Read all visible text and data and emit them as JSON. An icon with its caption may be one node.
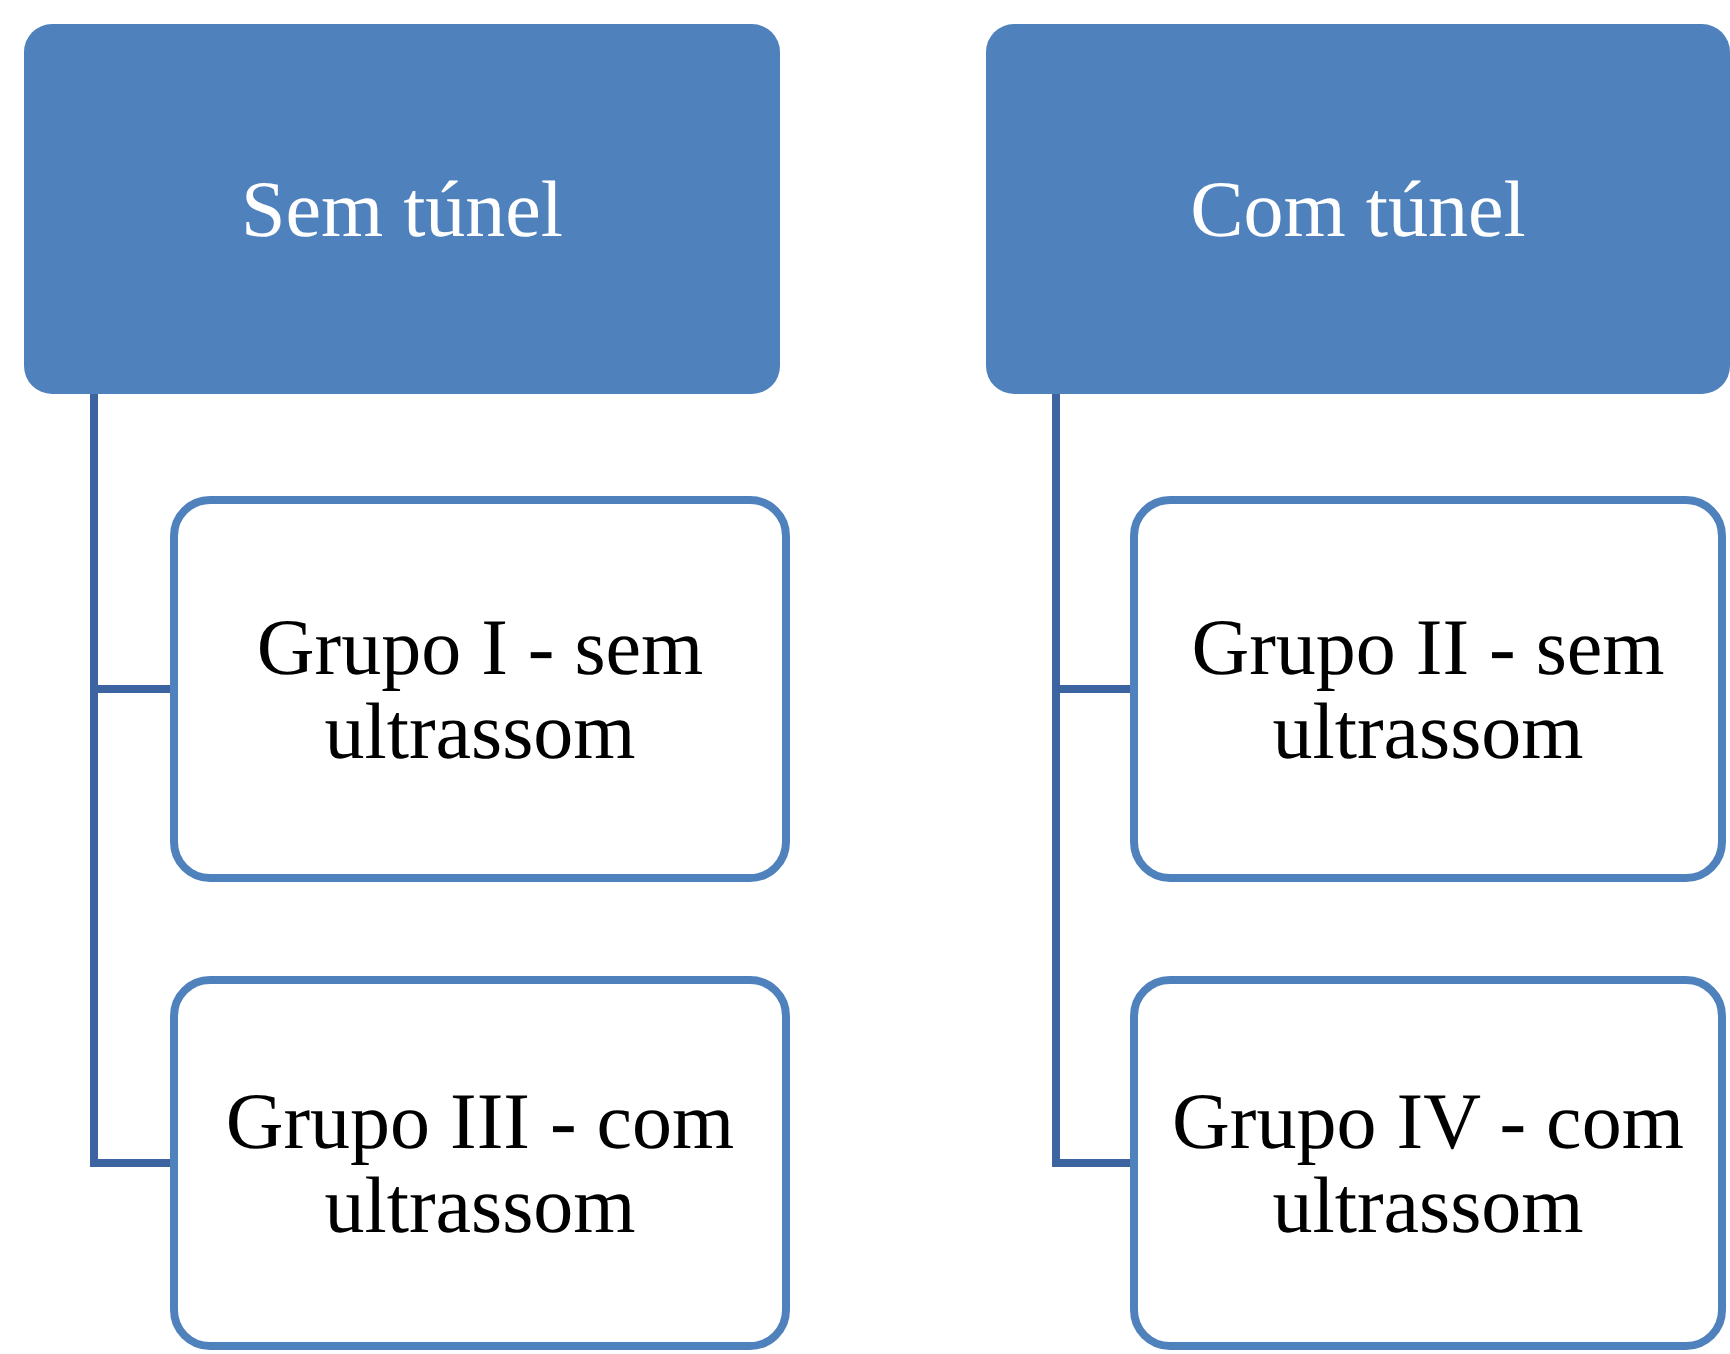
{
  "diagram": {
    "nodes": [
      {
        "text": [
          "Sem túnel"
        ]
      },
      {
        "text": [
          "Grupo I - sem ultrassom"
        ]
      },
      {
        "text": [
          "Grupo III - com ultrassom"
        ]
      },
      {
        "text": [
          "Com túnel"
        ]
      },
      {
        "text": [
          "Grupo II - sem ultrassom"
        ]
      },
      {
        "text": [
          "Grupo IV - com ultrassom"
        ]
      }
    ],
    "edges": [
      {
        "from": 0,
        "to": 1,
        "arrow": "none"
      },
      {
        "from": 0,
        "to": 2,
        "arrow": "none"
      },
      {
        "from": 3,
        "to": 4,
        "arrow": "none"
      },
      {
        "from": 3,
        "to": 5,
        "arrow": "none"
      }
    ]
  }
}
